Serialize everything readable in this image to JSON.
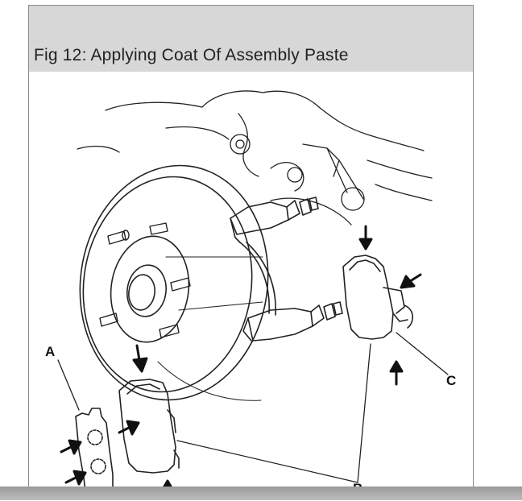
{
  "figure": {
    "caption": "Fig 12: Applying Coat Of Assembly Paste",
    "labels": {
      "a": "A",
      "b": "B",
      "c": "C"
    }
  }
}
